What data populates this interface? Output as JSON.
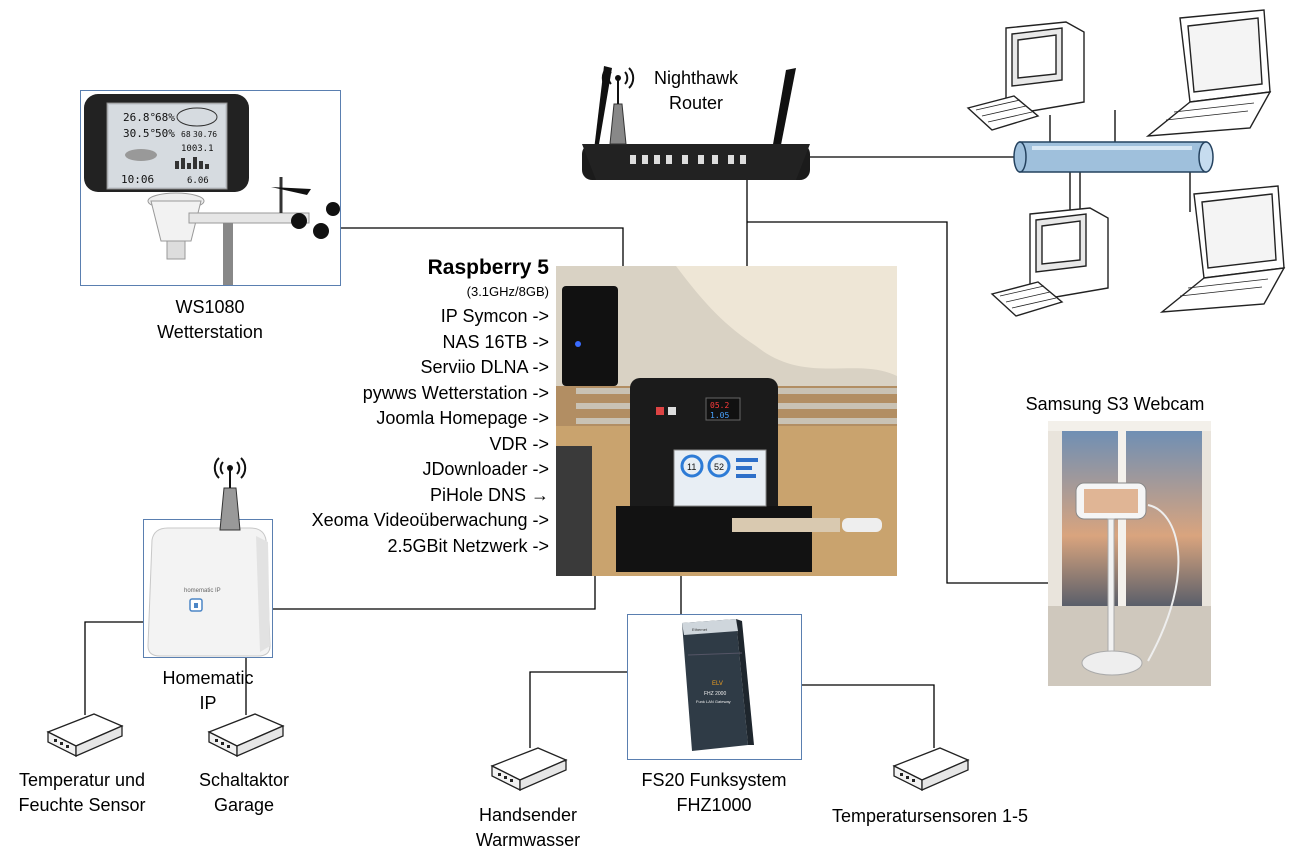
{
  "router": {
    "lines": [
      "Nighthawk",
      "Router"
    ]
  },
  "weather": {
    "lines": [
      "WS1080",
      "Wetterstation"
    ],
    "lcd": [
      "26.8°",
      "68%",
      "30.5°",
      "50%",
      "68",
      "30.76",
      "1003.1",
      "10:06",
      "6.06"
    ]
  },
  "raspberry": {
    "title": "Raspberry 5",
    "subtitle": "(3.1GHz/8GB)",
    "services": [
      "IP Symcon ->",
      "NAS 16TB ->",
      "Serviio DLNA ->",
      "pywws Wetterstation ->",
      "Joomla Homepage ->",
      "VDR ->",
      "JDownloader ->",
      "PiHole DNS →",
      "Xeoma Videoüberwachung ->",
      "2.5GBit Netzwerk ->"
    ],
    "meter": [
      "05.2",
      "1.05"
    ],
    "screen": [
      "11",
      "52"
    ]
  },
  "webcam": {
    "title": "Samsung S3 Webcam"
  },
  "homematic": {
    "lines": [
      "Homematic",
      "IP"
    ],
    "brand": "homematic IP"
  },
  "sensor_temp": {
    "lines": [
      "Temperatur und",
      "Feuchte Sensor"
    ]
  },
  "switch_garage": {
    "lines": [
      "Schaltaktor",
      "Garage"
    ]
  },
  "remote": {
    "lines": [
      "Handsender",
      "Warmwasser"
    ]
  },
  "fs20": {
    "lines": [
      "FS20 Funksystem",
      "FHZ1000"
    ],
    "device": [
      "ELV",
      "FHZ 2000",
      "Funk LAN Gateway",
      "Ethernet"
    ]
  },
  "temp_sensors": {
    "lines": [
      "Temperatursensoren 1-5"
    ]
  },
  "colors": {
    "box_border": "#5a7fb0",
    "bus_fill": "#9fc0dc",
    "wire": "#000000"
  }
}
